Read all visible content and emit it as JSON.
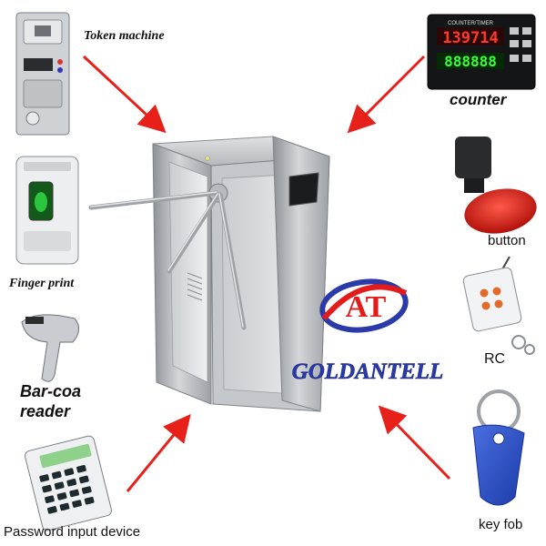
{
  "devices": {
    "token_machine": "Token machine",
    "counter": "counter",
    "finger_print": "Finger print",
    "button": "button",
    "barcode_line1": "Bar-coa",
    "barcode_line2": "reader",
    "rc": "RC",
    "password": "Password input device",
    "key_fob": "key fob"
  },
  "logo": {
    "brand": "GOLDANTELL",
    "mark": "AT"
  },
  "counter_display": {
    "title": "COUNTER/TIMER",
    "top": "139714",
    "bottom": "888888"
  },
  "colors": {
    "arrow": "#e8201a",
    "steel": "#b9bcc0",
    "logo_red": "#e41b1b",
    "logo_blue": "#2a3aa8"
  }
}
